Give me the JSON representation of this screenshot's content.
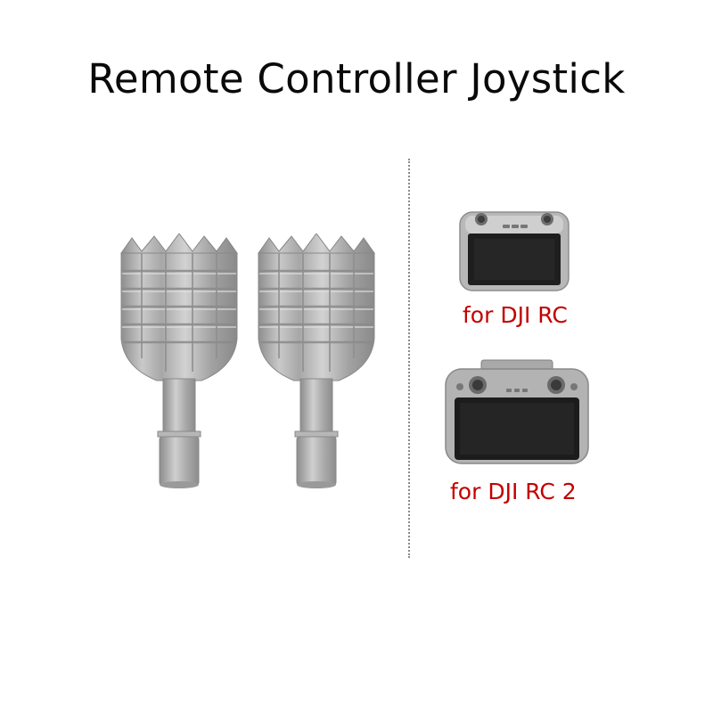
{
  "title": "Remote Controller Joystick",
  "products": {
    "joysticks": {
      "count": 2,
      "color": "#b9b9b9"
    },
    "compat_1": {
      "label": "for DJI RC",
      "icon": "dji-rc-controller-icon"
    },
    "compat_2": {
      "label": "for DJI RC 2",
      "icon": "dji-rc2-controller-icon"
    }
  },
  "colors": {
    "caption": "#c40000",
    "title": "#0a0a0a",
    "divider": "#8a8a8a"
  }
}
